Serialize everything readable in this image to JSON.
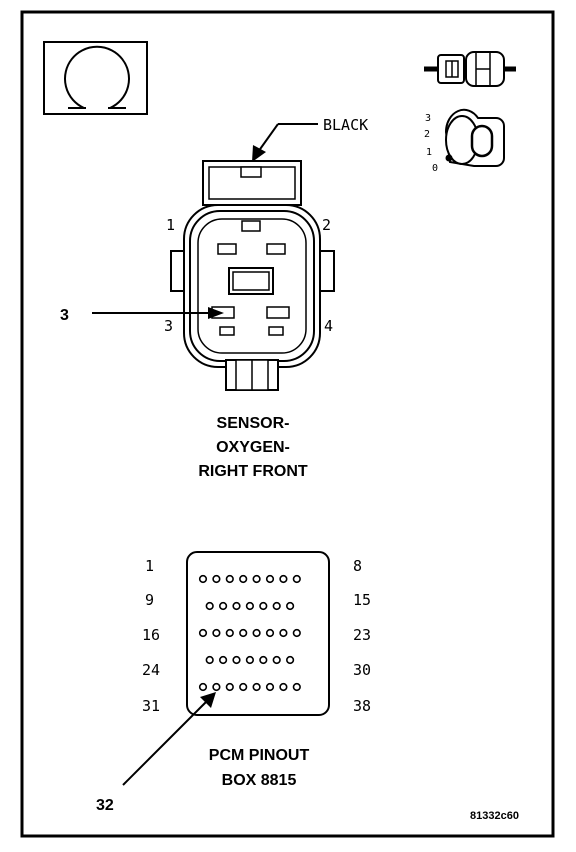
{
  "symbols": {
    "omega_icon": "omega-ohmmeter-icon",
    "connector_icon": "connector-disconnect-icon",
    "ignition_icon": "ignition-key-icon",
    "ignition_positions": [
      "3",
      "2",
      "1",
      "0"
    ]
  },
  "sensor_connector": {
    "color_callout": "BLACK",
    "pin_labels": [
      "1",
      "2",
      "3",
      "4"
    ],
    "callout_number": "3",
    "title_lines": [
      "SENSOR-",
      "OXYGEN-",
      "RIGHT FRONT"
    ]
  },
  "pcm_box": {
    "row_labels_left": [
      "1",
      "9",
      "16",
      "24",
      "31"
    ],
    "row_labels_right": [
      "8",
      "15",
      "23",
      "30",
      "38"
    ],
    "row_pin_counts": [
      8,
      7,
      8,
      7,
      8
    ],
    "callout_number": "32",
    "title_lines": [
      "PCM PINOUT",
      "BOX 8815"
    ]
  },
  "figure_code": "81332c60",
  "colors": {
    "line": "#000000",
    "background": "#ffffff"
  }
}
